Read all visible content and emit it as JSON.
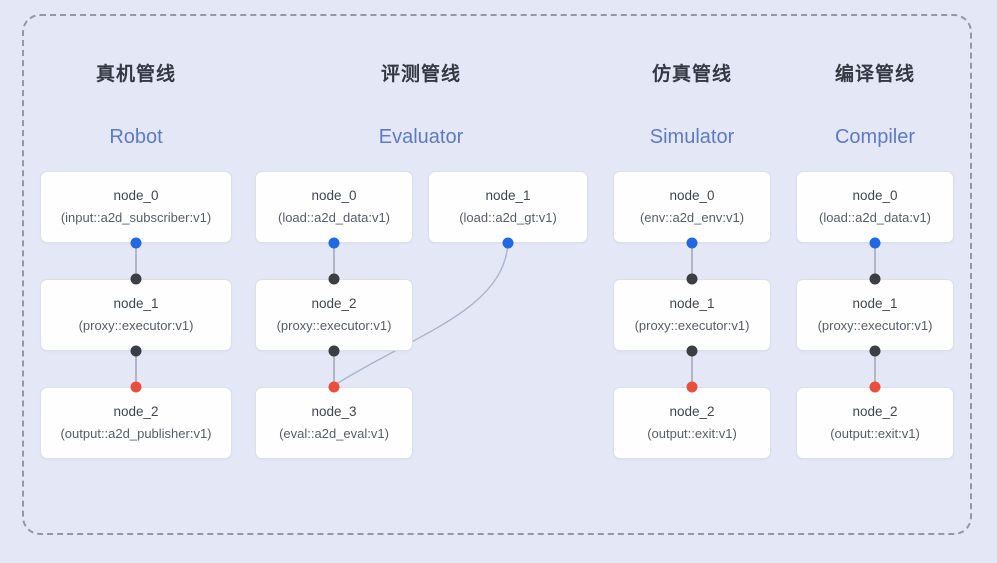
{
  "colors": {
    "background": "#e4e8f6",
    "box_bg": "#fefefe",
    "box_border": "#dbdfe8",
    "dashed_border": "#9298a6",
    "port_blue": "#2268e0",
    "port_red": "#e94f3d",
    "port_black": "#3b3e42",
    "edge": "#8e94a1",
    "edge_curve": "#aab4ca",
    "title_zh": "#343943",
    "title_en": "#5d7ac6",
    "node_name": "#42464e",
    "node_impl": "#595d66"
  },
  "pipelines": [
    {
      "key": "robot",
      "title_zh": "真机管线",
      "title_en": "Robot",
      "nodes": [
        {
          "name": "node_0",
          "impl": "(input::a2d_subscriber:v1)"
        },
        {
          "name": "node_1",
          "impl": "(proxy::executor:v1)"
        },
        {
          "name": "node_2",
          "impl": "(output::a2d_publisher:v1)"
        }
      ]
    },
    {
      "key": "evaluator",
      "title_zh": "评测管线",
      "title_en": "Evaluator",
      "nodes": [
        {
          "name": "node_0",
          "impl": "(load::a2d_data:v1)"
        },
        {
          "name": "node_1",
          "impl": "(load::a2d_gt:v1)"
        },
        {
          "name": "node_2",
          "impl": "(proxy::executor:v1)"
        },
        {
          "name": "node_3",
          "impl": "(eval::a2d_eval:v1)"
        }
      ]
    },
    {
      "key": "simulator",
      "title_zh": "仿真管线",
      "title_en": "Simulator",
      "nodes": [
        {
          "name": "node_0",
          "impl": "(env::a2d_env:v1)"
        },
        {
          "name": "node_1",
          "impl": "(proxy::executor:v1)"
        },
        {
          "name": "node_2",
          "impl": "(output::exit:v1)"
        }
      ]
    },
    {
      "key": "compiler",
      "title_zh": "编译管线",
      "title_en": "Compiler",
      "nodes": [
        {
          "name": "node_0",
          "impl": "(load::a2d_data:v1)"
        },
        {
          "name": "node_1",
          "impl": "(proxy::executor:v1)"
        },
        {
          "name": "node_2",
          "impl": "(output::exit:v1)"
        }
      ]
    }
  ]
}
